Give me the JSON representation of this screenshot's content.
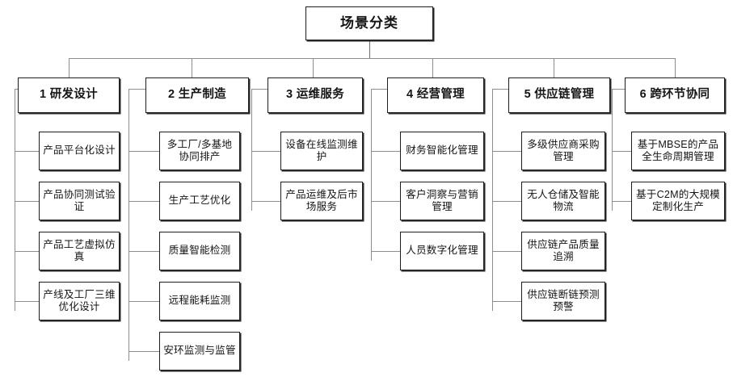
{
  "diagram": {
    "title": "场景分类",
    "root": {
      "label": "场景分类"
    },
    "branches": [
      {
        "id": "branch-1",
        "label": "1 研发设计",
        "children": [
          {
            "label": "产品平台化设计"
          },
          {
            "label": "产品协同测试验证"
          },
          {
            "label": "产品工艺虚拟仿真"
          },
          {
            "label": "产线及工厂三维优化设计"
          }
        ]
      },
      {
        "id": "branch-2",
        "label": "2 生产制造",
        "children": [
          {
            "label": "多工厂/多基地协同排产"
          },
          {
            "label": "生产工艺优化"
          },
          {
            "label": "质量智能检测"
          },
          {
            "label": "远程能耗监测"
          },
          {
            "label": "安环监测与监管"
          }
        ]
      },
      {
        "id": "branch-3",
        "label": "3 运维服务",
        "children": [
          {
            "label": "设备在线监测维护"
          },
          {
            "label": "产品运维及后市场服务"
          }
        ]
      },
      {
        "id": "branch-4",
        "label": "4 经营管理",
        "children": [
          {
            "label": "财务智能化管理"
          },
          {
            "label": "客户洞察与营销管理"
          },
          {
            "label": "人员数字化管理"
          }
        ]
      },
      {
        "id": "branch-5",
        "label": "5 供应链管理",
        "children": [
          {
            "label": "多级供应商采购管理"
          },
          {
            "label": "无人仓储及智能物流"
          },
          {
            "label": "供应链产品质量追溯"
          },
          {
            "label": "供应链断链预测预警"
          }
        ]
      },
      {
        "id": "branch-6",
        "label": "6 跨环节协同",
        "children": [
          {
            "label": "基于MBSE的产品全生命周期管理"
          },
          {
            "label": "基于C2M的大规模定制化生产"
          }
        ]
      }
    ],
    "colors": {
      "box_border": "#1d1d1d",
      "box_fill": "#ffffff",
      "connector": "#8d8d8d",
      "text": "#151515",
      "background": "#ffffff"
    }
  }
}
